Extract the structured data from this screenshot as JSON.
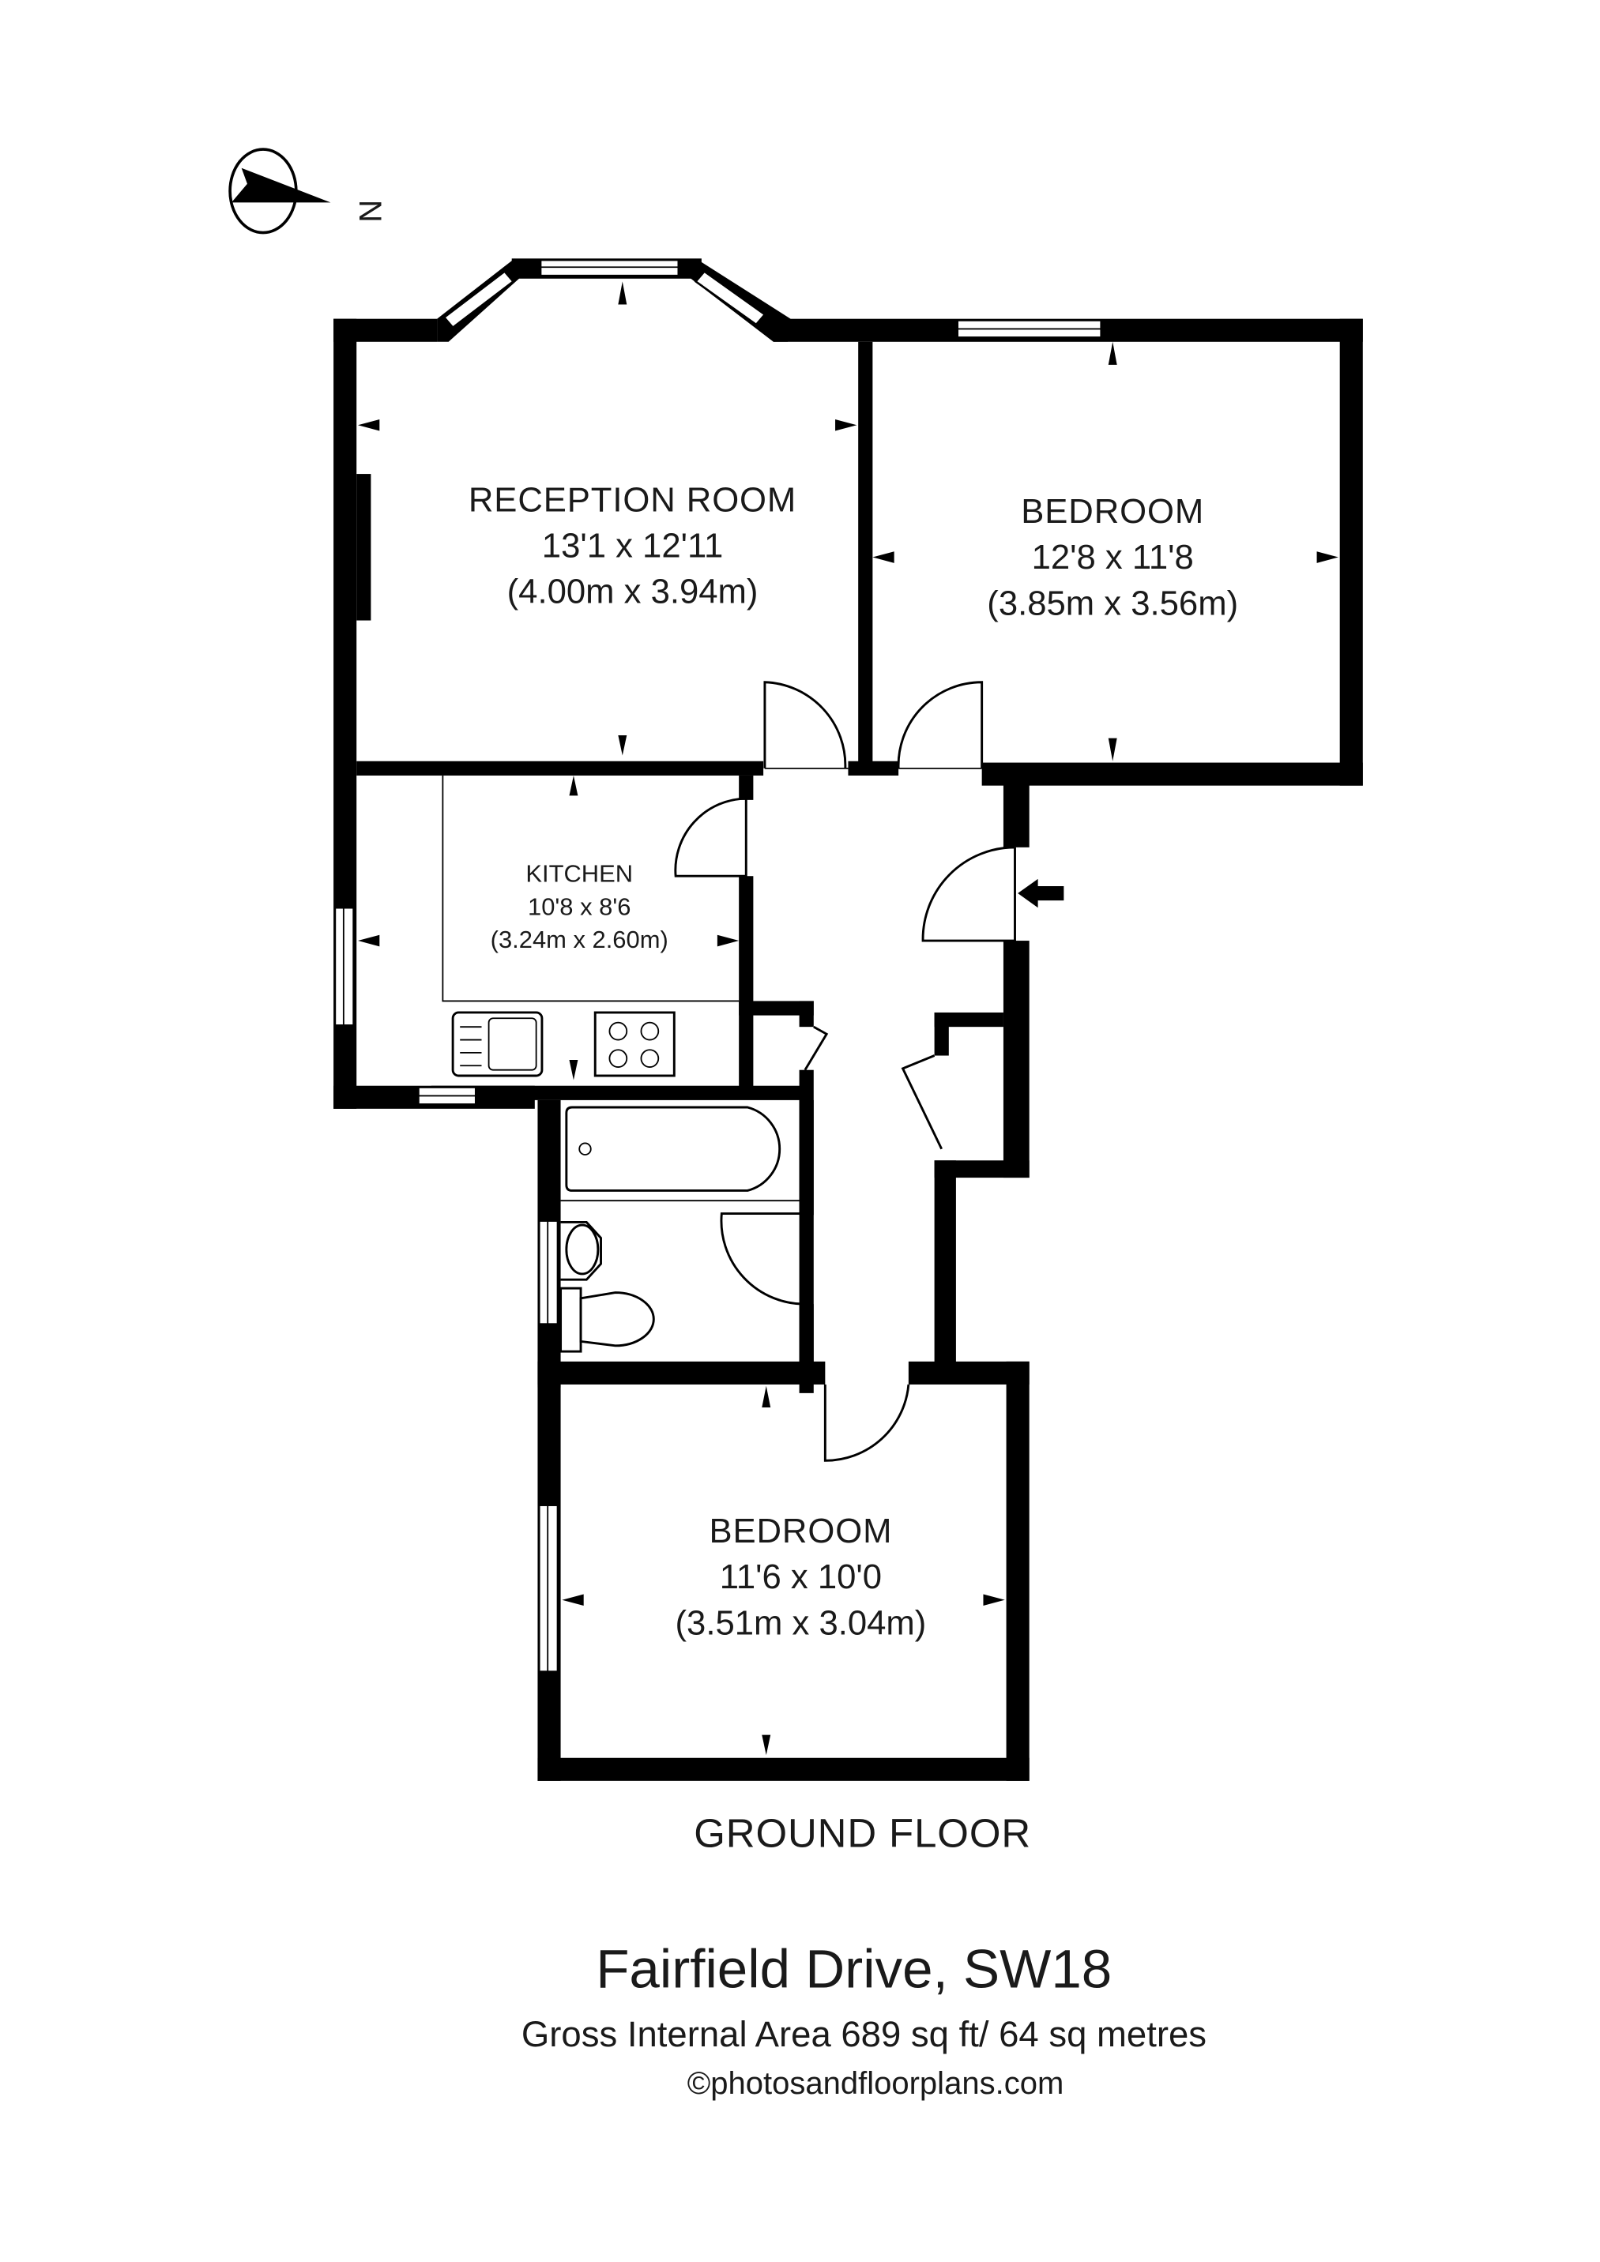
{
  "compass": {
    "icon": "north-arrow-icon",
    "label": "N"
  },
  "rooms": [
    {
      "name": "RECEPTION ROOM",
      "imperial": "13'1 x 12'11",
      "metric": "(4.00m x 3.94m)"
    },
    {
      "name": "BEDROOM",
      "imperial": "12'8 x 11'8",
      "metric": "(3.85m x 3.56m)"
    },
    {
      "name": "KITCHEN",
      "imperial": "10'8 x 8'6",
      "metric": "(3.24m x 2.60m)"
    },
    {
      "name": "BEDROOM",
      "imperial": "11'6 x 10'0",
      "metric": "(3.51m x 3.04m)"
    }
  ],
  "floor": {
    "title": "GROUND FLOOR"
  },
  "footer": {
    "address": "Fairfield Drive, SW18",
    "area": "Gross Internal Area 689 sq ft/  64 sq metres",
    "copyright": "©photosandfloorplans.com"
  },
  "colors": {
    "wall": "#000000",
    "background": "#ffffff",
    "text": "#1a1a1a"
  }
}
